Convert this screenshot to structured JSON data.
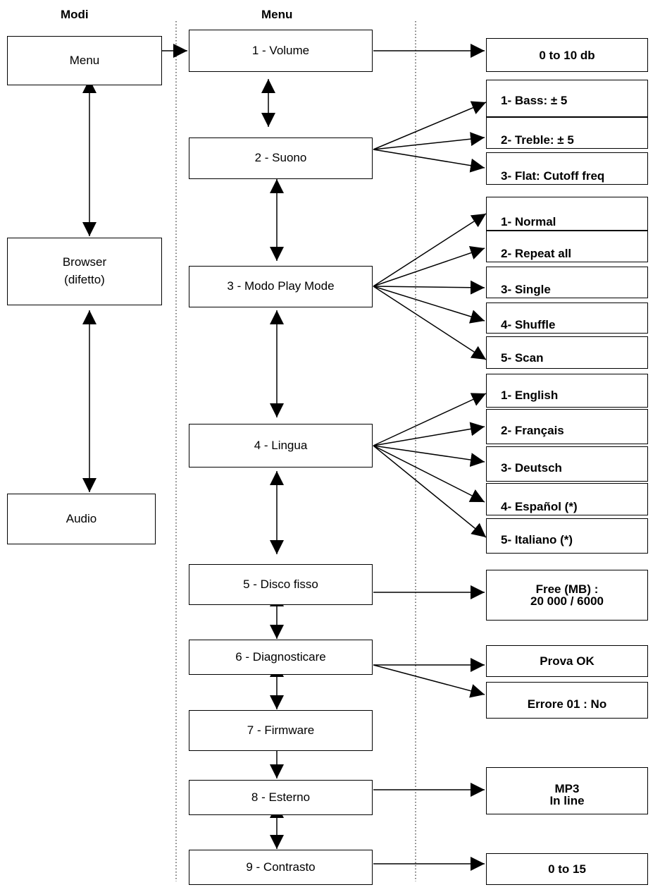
{
  "headers": {
    "modes": "Modi",
    "menu": "Menu"
  },
  "modes": {
    "menu": "Menu",
    "browser": "Browser\n(difetto)",
    "audio": "Audio"
  },
  "menu_items": [
    "1 - Volume",
    "2 - Suono",
    "3 - Modo Play Mode",
    "4 - Lingua",
    "5 - Disco fisso",
    "6 - Diagnosticare",
    "7 - Firmware",
    "8 - Esterno",
    "9 - Contrasto"
  ],
  "options": {
    "volume": "0 to 10 db",
    "sound": [
      "1- Bass: ± 5",
      "2- Treble: ± 5",
      "3- Flat: Cutoff freq"
    ],
    "play_mode": [
      "1- Normal",
      "2- Repeat all",
      "3- Single",
      "4- Shuffle",
      "5- Scan"
    ],
    "language": [
      "1- English",
      "2- Français",
      "3- Deutsch",
      "4- Español (*)",
      "5- Italiano (*)"
    ],
    "disk": "Free (MB) :\n20 000 / 6000",
    "diagnostics": [
      "Prova OK",
      "Errore 01 : No"
    ],
    "external": "MP3\nIn line",
    "contrast": "0 to 15"
  }
}
